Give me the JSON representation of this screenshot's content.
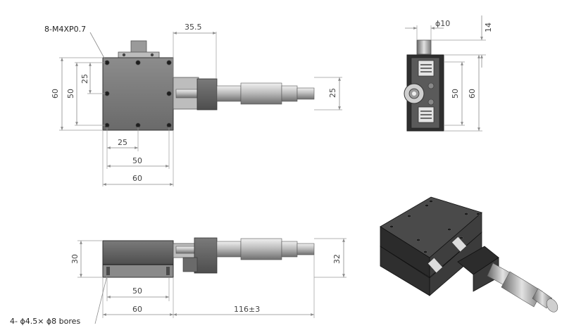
{
  "notes": {
    "tapped_holes": "8-M4XP0.7",
    "bores": "4- ϕ4.5× ϕ8 bores"
  },
  "top_view": {
    "dims": {
      "offset_35_5": "35.5",
      "height_60": "60",
      "height_50": "50",
      "height_25": "25",
      "micrometer_25": "25",
      "width_25": "25",
      "width_50": "50",
      "width_60": "60"
    }
  },
  "side_view": {
    "dims": {
      "knob_dia": "ϕ10",
      "knob_h": "14",
      "height_50": "50",
      "height_60": "60"
    }
  },
  "front_view": {
    "dims": {
      "height_30": "30",
      "height_32": "32",
      "width_50": "50",
      "width_60": "60",
      "travel_116": "116±3"
    }
  },
  "colors": {
    "body": "#6e6e6e",
    "body_dark": "#3c3c3c",
    "micrometer": "#c8c8c8",
    "dim_line": "#8a8a8a"
  }
}
